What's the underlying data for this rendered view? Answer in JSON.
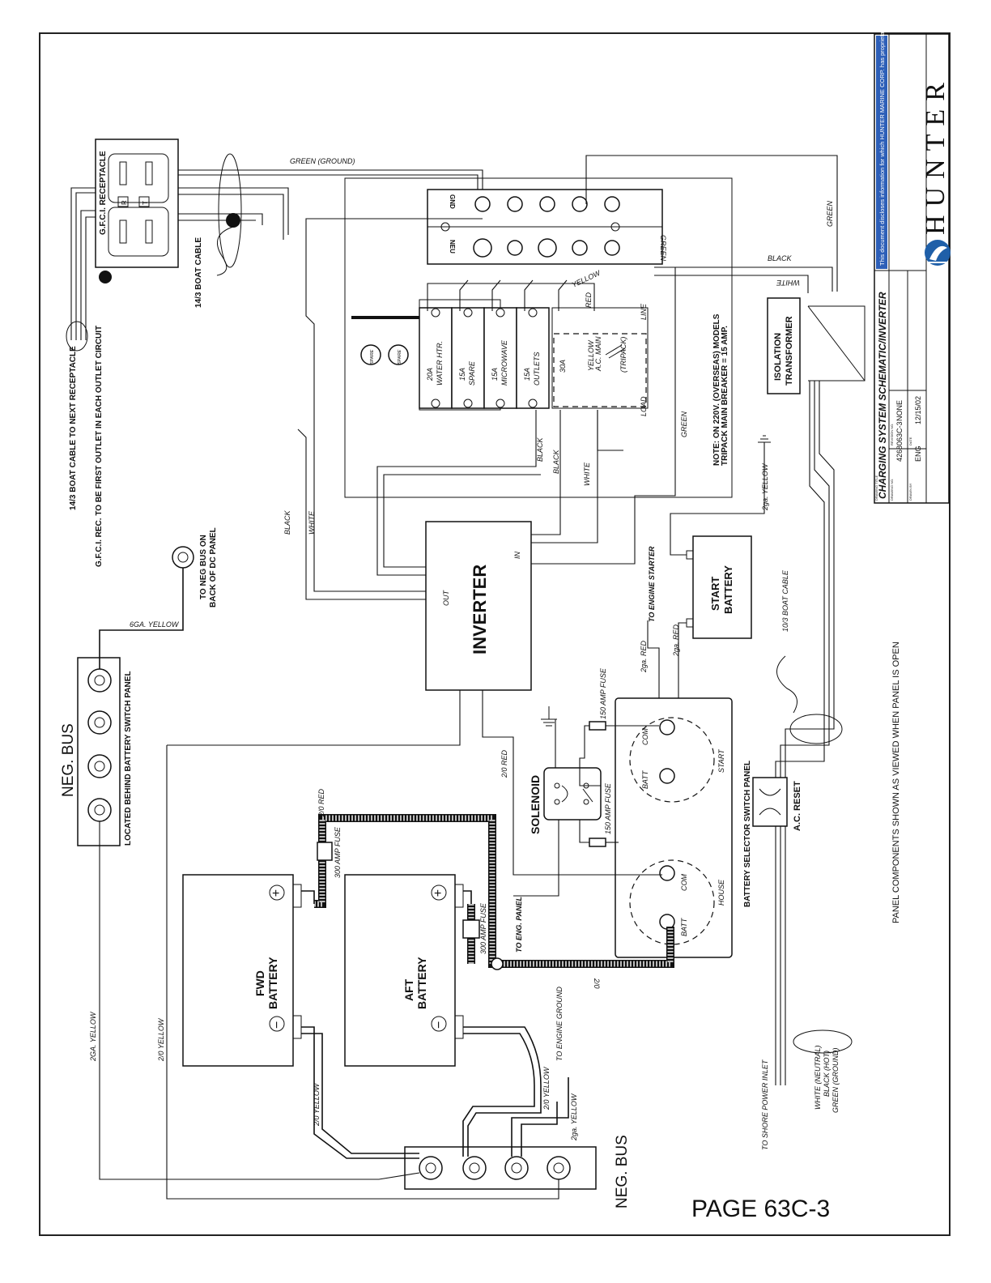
{
  "page_label": "PAGE 63C-3",
  "title_block": {
    "company": "HUNTER",
    "notice": "This document discloses information for which HUNTER MARINE CORP. has proprietary rights.",
    "drawing_title_caption": "DRAWING TITLE",
    "drawing_title": "CHARGING SYSTEM SCHEMATIC/INVERTER",
    "drawing_no_caption": "DRAWING NO.",
    "drawing_no": "4268063C-3",
    "revision_caption": "REVISION NO.",
    "revision": "NONE",
    "drawn_caption": "DRAWN BY",
    "drawn_by": "ENG",
    "date_caption": "DATE",
    "date": "12/15/02"
  },
  "notes": {
    "panel_note": "PANEL COMPONENTS SHOWN AS VIEWED WHEN PANEL IS OPEN",
    "voltage_note_1": "NOTE: ON 220V. (OVERSEAS) MODELS",
    "voltage_note_2": "TRIPACK MAIN BREAKER = 15 AMP."
  },
  "components": {
    "neg_bus_top": "NEG. BUS",
    "neg_bus_top_location": "LOCATED BEHIND BATTERY SWITCH PANEL",
    "neg_bus_bottom": "NEG. BUS",
    "inverter": "INVERTER",
    "inverter_out": "OUT",
    "inverter_in": "IN",
    "start_battery_1": "START",
    "start_battery_2": "BATTERY",
    "fwd_battery_1": "FWD",
    "fwd_battery_2": "BATTERY",
    "aft_battery_1": "AFT",
    "aft_battery_2": "BATTERY",
    "solenoid": "SOLENOID",
    "battery_selector": "BATTERY SELECTOR SWITCH PANEL",
    "isolation_1": "ISOLATION",
    "isolation_2": "TRANSFORMER",
    "gfci": "G.F.C.I. RECEPTACLE",
    "ac_reset": "A.C. RESET",
    "neg_bus_dc": "TO NEG BUS ON",
    "neg_bus_dc_2": "BACK OF DC PANEL",
    "com": "COM",
    "batt": "BATT",
    "start": "START",
    "house": "HOUSE",
    "spare": "SPARE",
    "gnd": "GND",
    "neu": "NEU",
    "line": "LINE",
    "load": "LOAD",
    "tripack": "(TRIPACK)",
    "ac_main": "A.C. MAIN",
    "ac_main_yellow": "YELLOW",
    "breaker_30a": "30A",
    "t_key": "T",
    "r_key": "R",
    "plus": "+",
    "minus": "−"
  },
  "breakers": [
    {
      "amps": "20A",
      "name": "WATER HTR."
    },
    {
      "amps": "15A",
      "name": "SPARE"
    },
    {
      "amps": "15A",
      "name": "MICROWAVE"
    },
    {
      "amps": "15A",
      "name": "OUTLETS"
    }
  ],
  "wire_labels": {
    "green_ground_top": "GREEN (GROUND)",
    "boat_cable_14_3": "14/3 BOAT CABLE",
    "boat_cable_next": "14/3 BOAT CABLE TO NEXT RECEPTACLE",
    "gfci_first": "G.F.C.I. REC. TO BE FIRST OUTLET IN EACH OUTLET CIRCUIT",
    "black_left": "BLACK",
    "white_left": "WHITE",
    "black_1": "BLACK",
    "black_2": "BLACK",
    "white_mid": "WHITE",
    "green_mid": "GREEN",
    "green_panel": "GREEN",
    "green_right": "GREEN",
    "black_right": "BLACK",
    "white_right": "WHITE",
    "yellow_lead": "YELLOW",
    "red_lead": "RED",
    "yellow_6ga": "6GA. YELLOW",
    "yellow_2ga_v": "2ga. YELLOW",
    "engine_starter": "TO ENGINE STARTER",
    "red_2ga_1": "2ga. RED",
    "red_2ga_2": "2ga. RED",
    "boat_cable_10_3": "10/3 BOAT CABLE",
    "fuse_150_top": "150 AMP FUSE",
    "fuse_150_bot": "150 AMP FUSE",
    "fuse_300_fwd": "300 AMP FUSE",
    "fuse_300_aft": "300 AMP FUSE",
    "red_2_0_v": "2/0 RED",
    "red_2_0_top": "2/0 RED",
    "two_0": "2/0",
    "eng_panel": "TO ENG. PANEL",
    "yellow_2ga_left": "2GA. YELLOW",
    "yellow_2_0_left": "2/0 YELLOW",
    "yellow_2_0_mid": "2/0 YELLOW",
    "yellow_2_0_right": "2/0 YELLOW",
    "engine_ground": "TO ENGINE GROUND",
    "yellow_2ga_bottom": "2ga. YELLOW",
    "shore_inlet": "TO SHORE POWER INLET",
    "white_neutral": "WHITE (NEUTRAL)",
    "black_hot": "BLACK (HOT)",
    "green_ground": "GREEN (GROUND)"
  },
  "colors": {
    "ink": "#111111",
    "logo_blue": "#1f5fa8",
    "notice_blue": "#2d5fb8"
  }
}
